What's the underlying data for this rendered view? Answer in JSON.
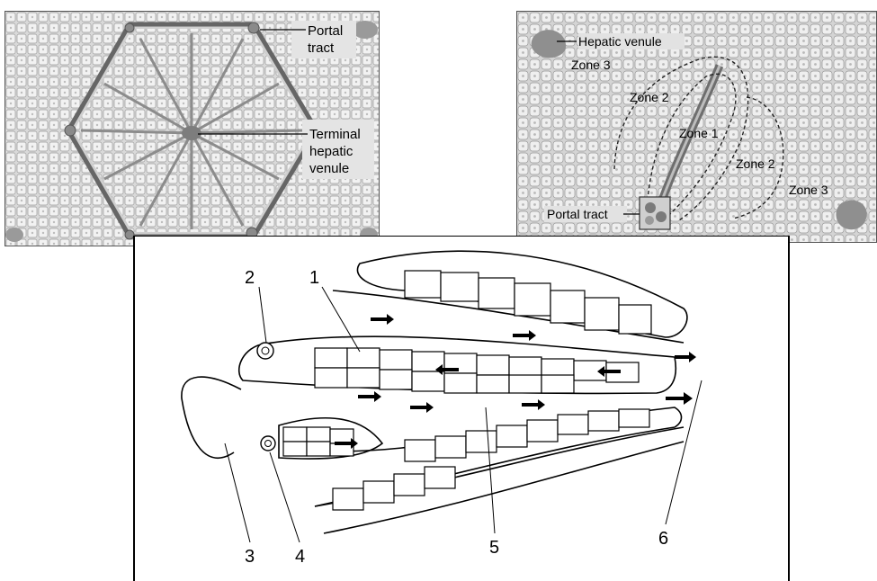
{
  "lobule_panel": {
    "portal_tract_lines": [
      "Portal",
      "tract"
    ],
    "terminal_venule_lines": [
      "Terminal",
      "hepatic",
      "venule"
    ]
  },
  "acinus_panel": {
    "hepatic_venule": "Hepatic venule",
    "zones": [
      "Zone 3",
      "Zone 2",
      "Zone 1",
      "Zone 2",
      "Zone 3"
    ],
    "portal_tract": "Portal tract"
  },
  "sinusoid_panel": {
    "numbers": [
      "1",
      "2",
      "3",
      "4",
      "5",
      "6"
    ]
  }
}
